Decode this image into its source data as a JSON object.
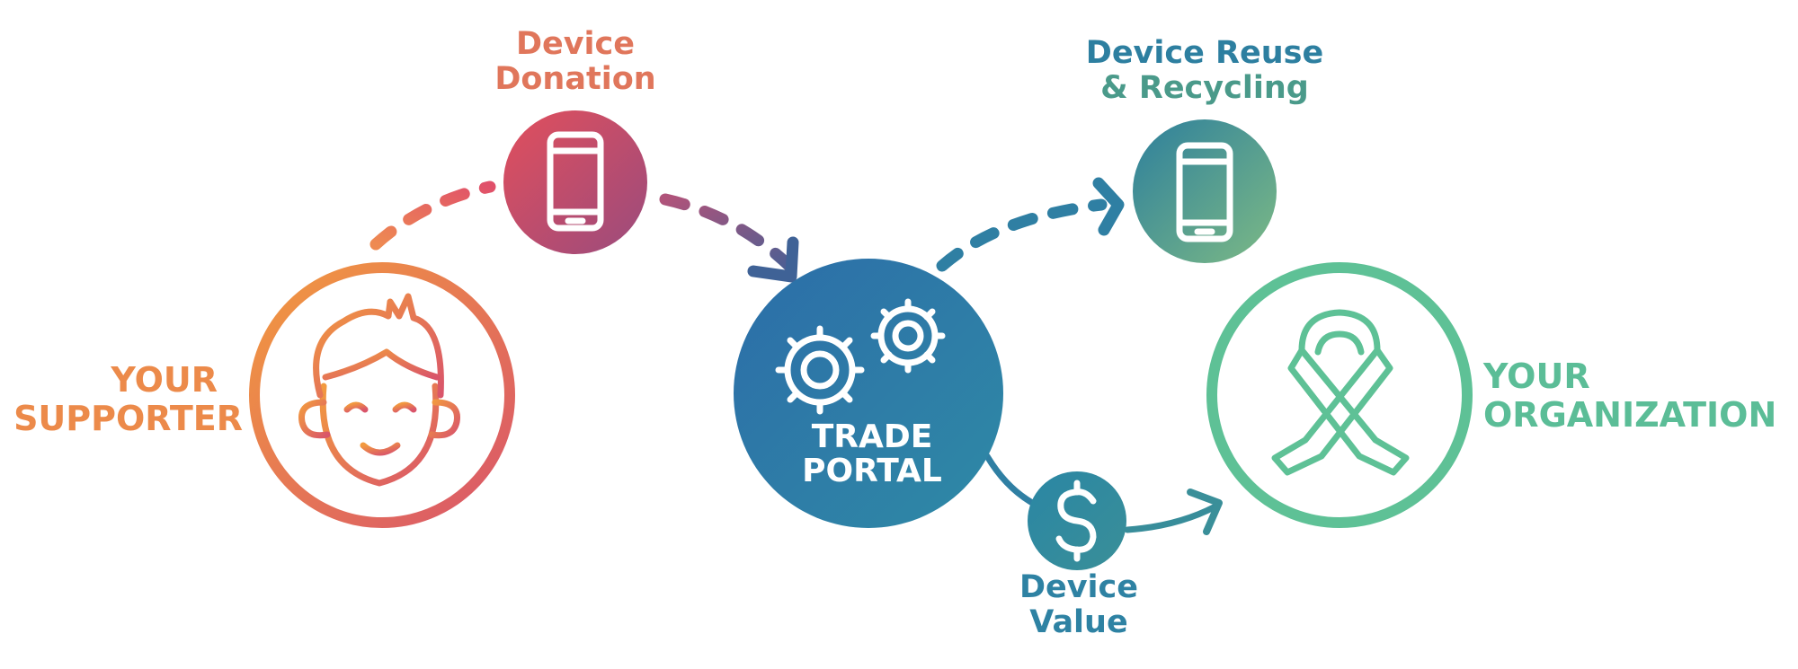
{
  "steps": {
    "donation": {
      "line1": "Device",
      "line2": "Donation"
    },
    "reuse": {
      "line1": "Device Reuse",
      "line2": "& Recycling"
    },
    "value": {
      "line1": "Device",
      "line2": "Value"
    }
  },
  "nodes": {
    "supporter": {
      "line1": "YOUR",
      "line2": "SUPPORTER"
    },
    "portal": {
      "line1": "TRADE",
      "line2": "PORTAL"
    },
    "organization": {
      "line1": "YOUR",
      "line2": "ORGANIZATION"
    }
  },
  "icons": {
    "supporter": "person-face-icon",
    "donation": "smartphone-icon",
    "portal": "gears-icon",
    "reuse": "smartphone-icon",
    "value": "dollar-sign-icon",
    "organization": "awareness-ribbon-icon"
  },
  "colors": {
    "orange": "#ef8a45",
    "pink": "#d94866",
    "purple": "#a24f78",
    "blue": "#2f7ea7",
    "teal": "#358d98",
    "green": "#5ec196"
  }
}
